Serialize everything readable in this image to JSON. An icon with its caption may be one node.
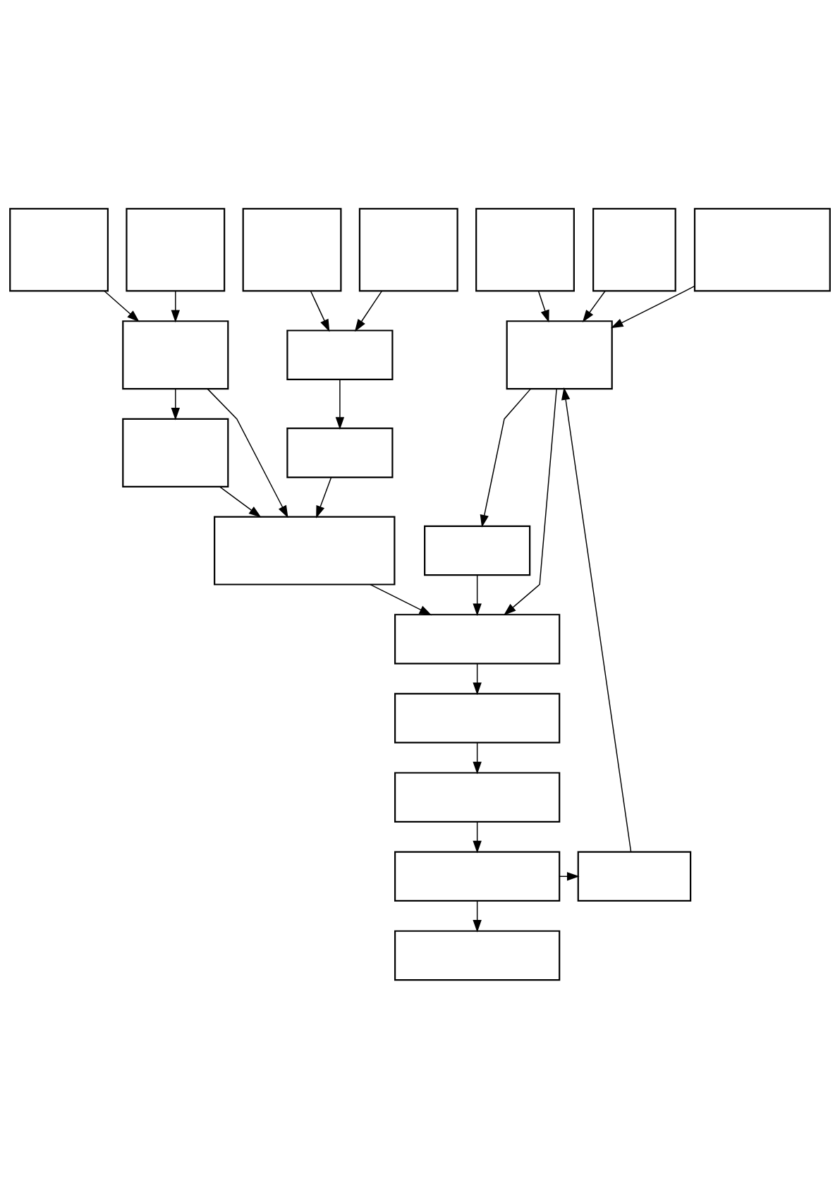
{
  "diagram": {
    "nodes": [
      {
        "text": [],
        "shape": "box"
      },
      {
        "text": [],
        "shape": "box"
      },
      {
        "text": [],
        "shape": "box"
      },
      {
        "text": [],
        "shape": "box"
      },
      {
        "text": [],
        "shape": "box"
      },
      {
        "text": [],
        "shape": "box"
      },
      {
        "text": [],
        "shape": "box"
      },
      {
        "text": [],
        "shape": "box"
      },
      {
        "text": [],
        "shape": "box"
      },
      {
        "text": [],
        "shape": "box"
      },
      {
        "text": [],
        "shape": "box"
      },
      {
        "text": [],
        "shape": "box"
      },
      {
        "text": [],
        "shape": "box"
      },
      {
        "text": [],
        "shape": "box"
      },
      {
        "text": [],
        "shape": "box"
      },
      {
        "text": [],
        "shape": "box"
      },
      {
        "text": [],
        "shape": "box"
      },
      {
        "text": [],
        "shape": "box"
      },
      {
        "text": [],
        "shape": "box"
      },
      {
        "text": [],
        "shape": "box"
      }
    ],
    "edges": [
      {
        "from": 0,
        "to": 7,
        "arrow": "to"
      },
      {
        "from": 1,
        "to": 7,
        "arrow": "to"
      },
      {
        "from": 2,
        "to": 8,
        "arrow": "to"
      },
      {
        "from": 3,
        "to": 8,
        "arrow": "to"
      },
      {
        "from": 4,
        "to": 9,
        "arrow": "to"
      },
      {
        "from": 5,
        "to": 9,
        "arrow": "to"
      },
      {
        "from": 6,
        "to": 9,
        "arrow": "to"
      },
      {
        "from": 7,
        "to": 10,
        "arrow": "to"
      },
      {
        "from": 8,
        "to": 11,
        "arrow": "to"
      },
      {
        "from": 9,
        "to": 12,
        "arrow": "to"
      },
      {
        "from": 10,
        "to": 13,
        "arrow": "to"
      },
      {
        "from": 7,
        "to": 13,
        "arrow": "to"
      },
      {
        "from": 11,
        "to": 13,
        "arrow": "to"
      },
      {
        "from": 13,
        "to": 14,
        "arrow": "to"
      },
      {
        "from": 9,
        "to": 14,
        "arrow": "to"
      },
      {
        "from": 12,
        "to": 14,
        "arrow": "to"
      },
      {
        "from": 14,
        "to": 15,
        "arrow": "to"
      },
      {
        "from": 15,
        "to": 16,
        "arrow": "to"
      },
      {
        "from": 16,
        "to": 17,
        "arrow": "to"
      },
      {
        "from": 17,
        "to": 18,
        "arrow": "to"
      },
      {
        "from": 17,
        "to": 19,
        "arrow": "to"
      },
      {
        "from": 18,
        "to": 9,
        "arrow": "to"
      }
    ]
  }
}
